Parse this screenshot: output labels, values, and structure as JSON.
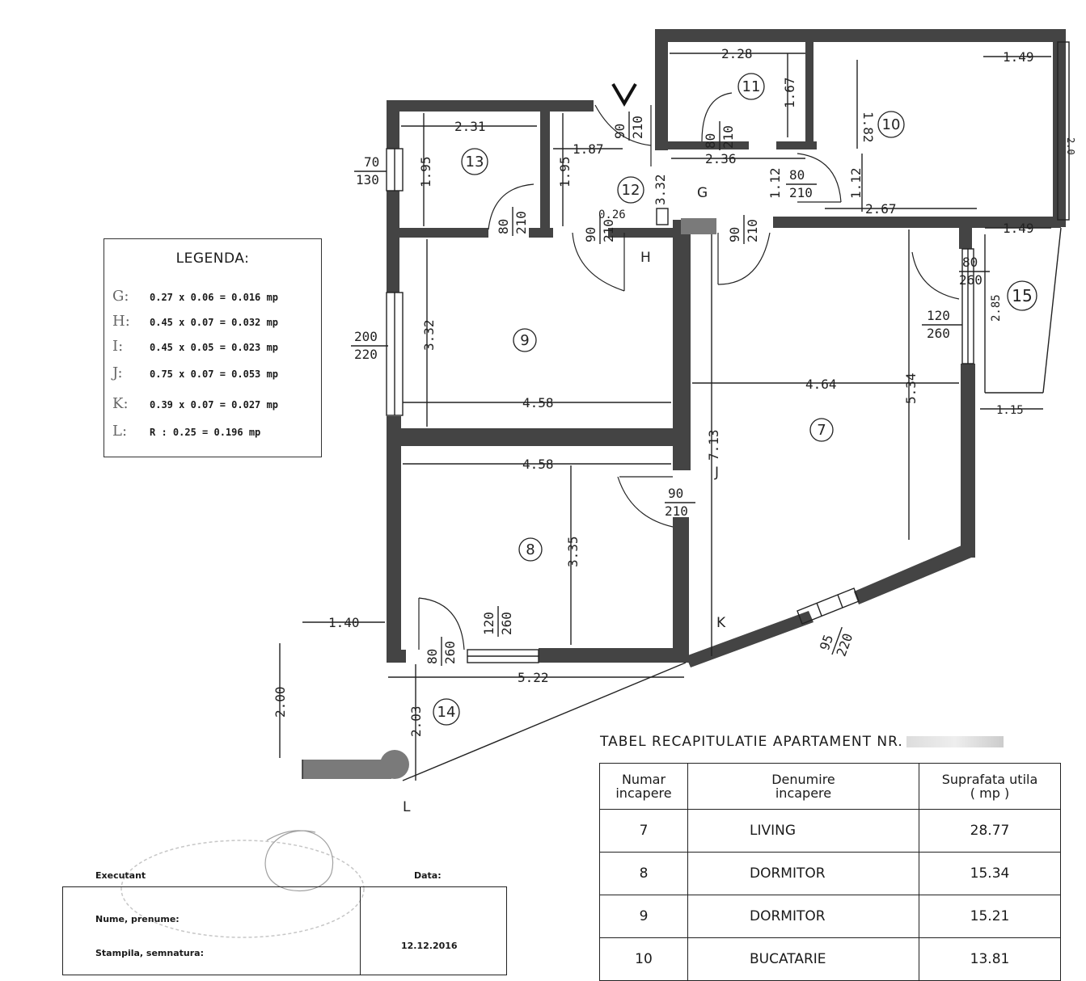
{
  "plan": {
    "rooms": [
      {
        "id": "7"
      },
      {
        "id": "8"
      },
      {
        "id": "9"
      },
      {
        "id": "10"
      },
      {
        "id": "11"
      },
      {
        "id": "12"
      },
      {
        "id": "13"
      },
      {
        "id": "14"
      },
      {
        "id": "15"
      }
    ],
    "dimensions": {
      "d_2_28": "2.28",
      "d_1_49_top": "1.49",
      "d_1_67": "1.67",
      "d_1_82": "1.82",
      "d_2_31": "2.31",
      "d_1_87": "1.87",
      "d_1_95_a": "1.95",
      "d_1_95_b": "1.95",
      "d_2_36": "2.36",
      "d_3_32_a": "3.32",
      "d_1_12_a": "1.12",
      "d_1_12_b": "1.12",
      "d_2_67": "2.67",
      "d_0_26": "0.26",
      "d_1_49_b": "1.49",
      "d_2_85": "2.85",
      "d_3_32_b": "3.32",
      "d_4_58_a": "4.58",
      "d_4_64": "4.64",
      "d_5_34": "5.34",
      "d_1_15": "1.15",
      "d_7_13": "7.13",
      "d_4_58_b": "4.58",
      "d_3_35": "3.35",
      "d_1_40": "1.40",
      "d_5_22": "5.22",
      "d_2_00": "2.00",
      "d_2_03": "2.03",
      "d_2_0_right": "2.0"
    },
    "openings": {
      "o_90_210_top": [
        "90",
        "210"
      ],
      "o_80_210_11": [
        "80",
        "210"
      ],
      "o_80_210_12": [
        "80",
        "210"
      ],
      "o_70_130": [
        "70",
        "130"
      ],
      "o_80_210_13": [
        "80",
        "210"
      ],
      "o_90_210_12": [
        "90",
        "210"
      ],
      "o_90_210_7": [
        "90",
        "210"
      ],
      "o_80_260_15": [
        "80",
        "260"
      ],
      "o_120_260_15": [
        "120",
        "260"
      ],
      "o_200_220": [
        "200",
        "220"
      ],
      "o_90_210_8": [
        "90",
        "210"
      ],
      "o_120_260_8": [
        "120",
        "260"
      ],
      "o_80_260_8": [
        "80",
        "260"
      ],
      "o_95_220": [
        "95",
        "220"
      ]
    },
    "markers": {
      "G": "G",
      "H": "H",
      "J": "J",
      "K": "K",
      "L": "L"
    }
  },
  "legend": {
    "title": "LEGENDA:",
    "rows": [
      {
        "key": "G:",
        "text": "0.27 x 0.06 = 0.016 mp"
      },
      {
        "key": "H:",
        "text": "0.45 x 0.07 = 0.032 mp"
      },
      {
        "key": "I:",
        "text": "0.45 x 0.05 = 0.023 mp"
      },
      {
        "key": "J:",
        "text": "0.75 x 0.07 = 0.053 mp"
      },
      {
        "key": "K:",
        "text": "0.39 x 0.07 = 0.027 mp"
      },
      {
        "key": "L:",
        "text": "R : 0.25 =  0.196 mp"
      }
    ]
  },
  "summary": {
    "title": "TABEL RECAPITULATIE APARTAMENT NR.",
    "headers": {
      "col1": [
        "Numar",
        "incapere"
      ],
      "col2": [
        "Denumire",
        "incapere"
      ],
      "col3": [
        "Suprafata utila",
        "( mp )"
      ]
    },
    "rows": [
      {
        "nr": "7",
        "name": "LIVING",
        "area": "28.77"
      },
      {
        "nr": "8",
        "name": "DORMITOR",
        "area": "15.34"
      },
      {
        "nr": "9",
        "name": "DORMITOR",
        "area": "15.21"
      },
      {
        "nr": "10",
        "name": "BUCATARIE",
        "area": "13.81"
      }
    ]
  },
  "executant": {
    "head_left": "Executant",
    "head_right": "Data:",
    "field1": "Nume, prenume:",
    "field2": "Stampila, semnatura:",
    "date": "12.12.2016"
  }
}
